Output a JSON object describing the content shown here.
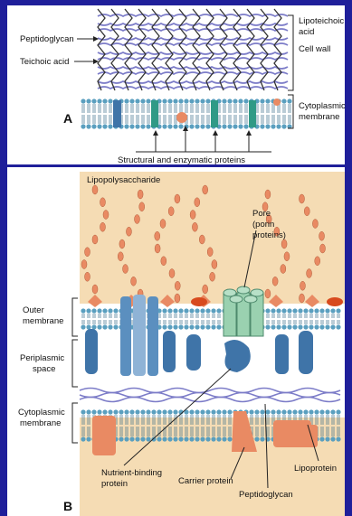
{
  "colors": {
    "background": "#1f1f9a",
    "panel": "#ffffff",
    "cytoplasm_bg": "#f5dcb4",
    "peptidoglycan": "#7c7cc8",
    "membrane_head": "#5a9fbf",
    "protein_blue": "#3f74a8",
    "protein_green": "#2f9a86",
    "lps_orange": "#e98a63",
    "porin_green": "#9ad1b0",
    "lipoprotein_red": "#d84a1e",
    "leader": "#222222"
  },
  "panel_a": {
    "letter": "A",
    "labels": {
      "peptidoglycan": "Peptidoglycan",
      "teichoic_acid": "Teichoic acid",
      "lipoteichoic_1": "Lipoteichoic",
      "lipoteichoic_2": "acid",
      "cell_wall": "Cell wall",
      "cytoplasmic_1": "Cytoplasmic",
      "cytoplasmic_2": "membrane",
      "structural_proteins": "Structural and enzymatic proteins"
    }
  },
  "panel_b": {
    "letter": "B",
    "labels": {
      "lipopolysaccharide": "Lipopolysaccharide",
      "pore_1": "Pore",
      "pore_2": "(porin",
      "pore_3": "proteins)",
      "outer_1": "Outer",
      "outer_2": "membrane",
      "periplasmic_1": "Periplasmic",
      "periplasmic_2": "space",
      "cytoplasmic_1": "Cytoplasmic",
      "cytoplasmic_2": "membrane",
      "nutrient_1": "Nutrient-binding",
      "nutrient_2": "protein",
      "carrier": "Carrier protein",
      "peptidoglycan": "Peptidoglycan",
      "lipoprotein": "Lipoprotein"
    }
  }
}
